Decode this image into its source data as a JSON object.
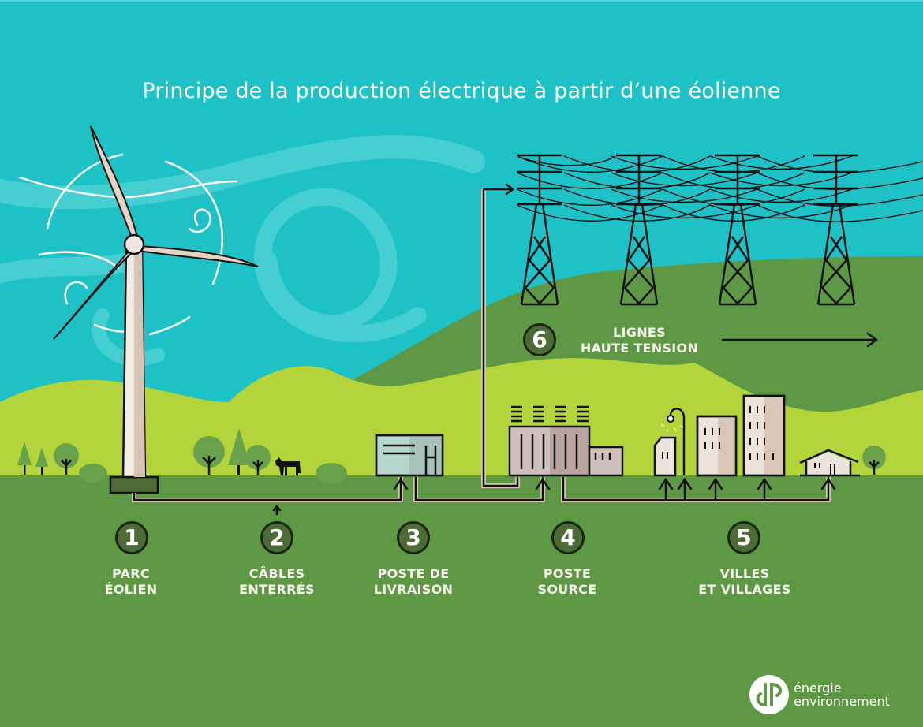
{
  "title": "Principe de la production électrique à partir d’une éolienne",
  "colors": {
    "sky": "#1dc1c6",
    "sky_swirl": "#45cfd2",
    "hill_dark": "#5f9844",
    "hill_light": "#b3d43a",
    "ground": "#5f9844",
    "badge_fill": "#4c6b37",
    "cable": "#d9c9b3",
    "outline": "#111111",
    "label_text": "#f6f6ee"
  },
  "steps": [
    {
      "number": "1",
      "line1": "PARC",
      "line2": "ÉOLIEN"
    },
    {
      "number": "2",
      "line1": "CÂBLES",
      "line2": "ENTERRÉS"
    },
    {
      "number": "3",
      "line1": "POSTE DE",
      "line2": "LIVRAISON"
    },
    {
      "number": "4",
      "line1": "POSTE",
      "line2": "SOURCE"
    },
    {
      "number": "5",
      "line1": "VILLES",
      "line2": "ET VILLAGES"
    },
    {
      "number": "6",
      "line1": "LIGNES",
      "line2": "HAUTE TENSION"
    }
  ],
  "illustration": {
    "wind_turbine": "wind-turbine-icon",
    "pylons_count": 4,
    "delivery_station": "delivery-station-icon",
    "source_substation": "substation-icon",
    "city_buildings": [
      "street-lamp-icon",
      "small-building-icon",
      "medium-building-icon",
      "tall-building-icon",
      "house-icon"
    ],
    "rural": [
      "pine-tree-icon",
      "round-tree-icon",
      "cow-icon",
      "bush-icon"
    ]
  },
  "logo": {
    "line1": "énergie",
    "line2": "environnement"
  }
}
